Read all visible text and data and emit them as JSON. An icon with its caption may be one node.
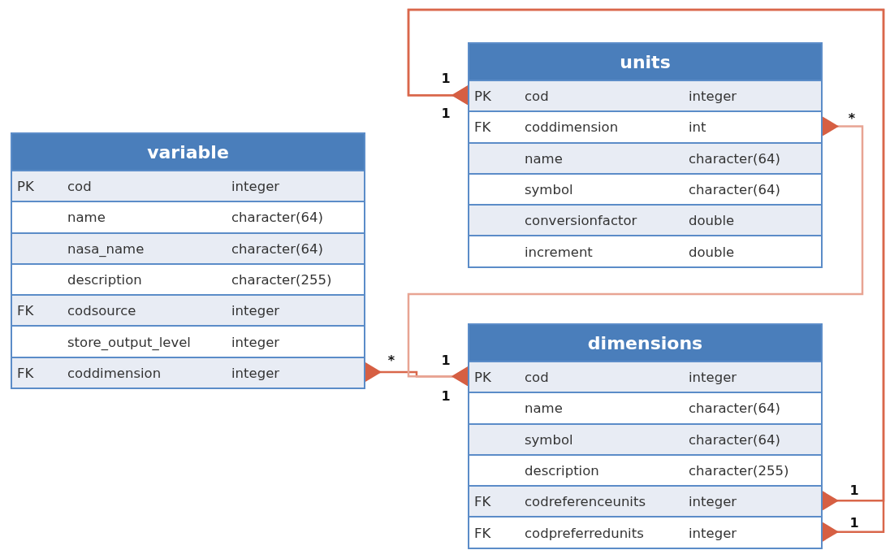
{
  "diagram": {
    "nodes": [
      {
        "text": [
          "units"
        ]
      },
      {
        "text": [
          "PK",
          "cod",
          "integer"
        ],
        "in": 0
      },
      {
        "text": [
          "FK",
          "coddimension",
          "int"
        ],
        "in": 0
      },
      {
        "text": [
          "name",
          "character(64)"
        ],
        "in": 0
      },
      {
        "text": [
          "symbol",
          "character(64)"
        ],
        "in": 0
      },
      {
        "text": [
          "conversionfactor",
          "double"
        ],
        "in": 0
      },
      {
        "text": [
          "increment",
          "double"
        ],
        "in": 0
      },
      {
        "text": [
          "variable"
        ]
      },
      {
        "text": [
          "PK",
          "cod",
          "integer"
        ],
        "in": 7
      },
      {
        "text": [
          "name",
          "character(64)"
        ],
        "in": 7
      },
      {
        "text": [
          "nasa_name",
          "character(64)"
        ],
        "in": 7
      },
      {
        "text": [
          "description",
          "character(255)"
        ],
        "in": 7
      },
      {
        "text": [
          "FK",
          "codsource",
          "integer"
        ],
        "in": 7
      },
      {
        "text": [
          "store_output_level",
          "integer"
        ],
        "in": 7
      },
      {
        "text": [
          "FK",
          "coddimension",
          "integer"
        ],
        "in": 7
      },
      {
        "text": [
          "dimensions"
        ]
      },
      {
        "text": [
          "PK",
          "cod",
          "integer"
        ],
        "in": 15
      },
      {
        "text": [
          "name",
          "character(64)"
        ],
        "in": 15
      },
      {
        "text": [
          "symbol",
          "character(64)"
        ],
        "in": 15
      },
      {
        "text": [
          "description",
          "character(255)"
        ],
        "in": 15
      },
      {
        "text": [
          "FK",
          "codreferenceunits",
          "integer"
        ],
        "in": 15
      },
      {
        "text": [
          "FK",
          "codpreferredunits",
          "integer"
        ],
        "in": 15
      }
    ],
    "edges": [
      {
        "from": 14,
        "to": 16,
        "arrow": "other"
      },
      {
        "from": 2,
        "to": 16,
        "arrow": "other",
        "color": "#e8a493"
      },
      {
        "from": 1,
        "to": 20,
        "arrow": "other"
      },
      {
        "from": 1,
        "to": 21,
        "arrow": "other"
      }
    ],
    "labels": [
      "1",
      "1",
      "*",
      "*",
      "1",
      "1",
      "1",
      "1"
    ]
  }
}
